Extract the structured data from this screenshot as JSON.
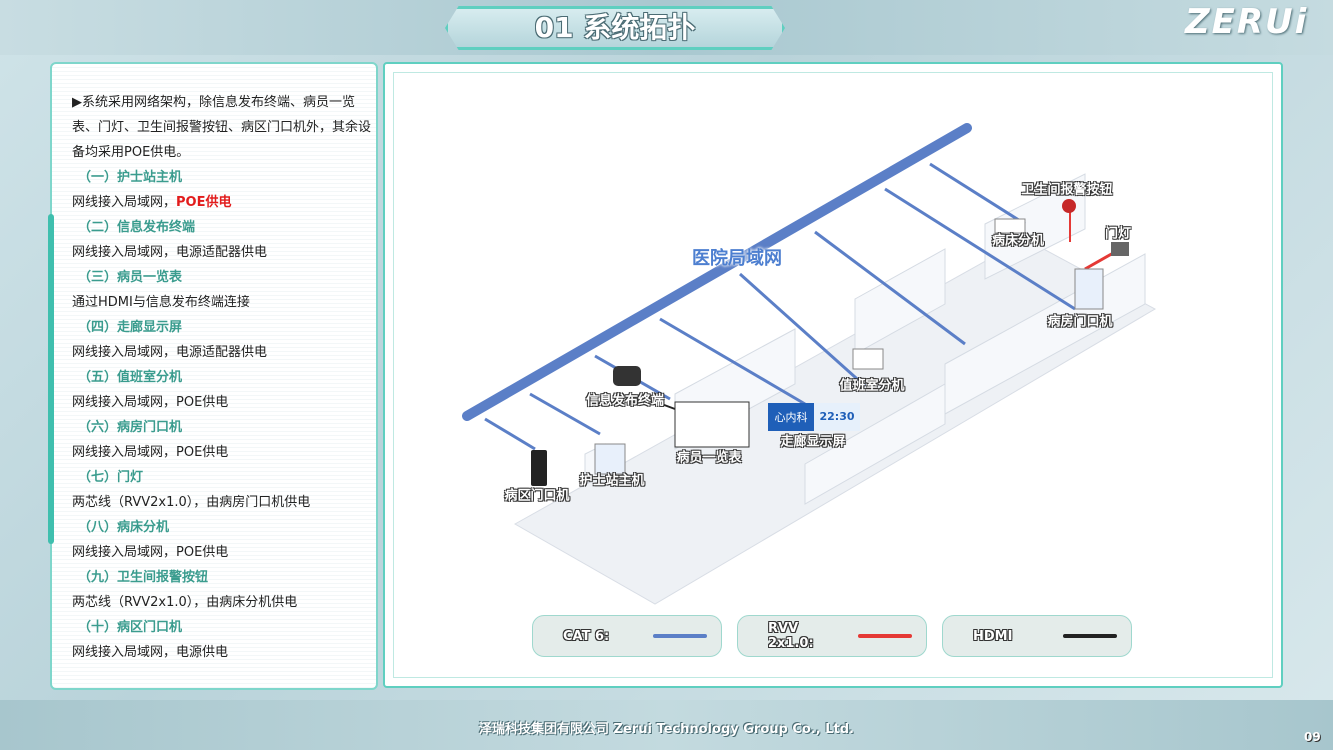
{
  "header": {
    "title": "01 系统拓扑",
    "logo": "ZERUi"
  },
  "left": {
    "intro": "▶系统采用网络架构，除信息发布终端、病员一览表、门灯、卫生间报警按钮、病区门口机外，其余设备均采用POE供电。",
    "items": [
      {
        "h": "（一）护士站主机",
        "d": "网线接入局域网，",
        "d_red": "POE供电"
      },
      {
        "h": "（二）信息发布终端",
        "d": "网线接入局域网，电源适配器供电"
      },
      {
        "h": "（三）病员一览表",
        "d": "通过HDMI与信息发布终端连接"
      },
      {
        "h": "（四）走廊显示屏",
        "d": "网线接入局域网，电源适配器供电"
      },
      {
        "h": "（五）值班室分机",
        "d": "网线接入局域网，POE供电"
      },
      {
        "h": "（六）病房门口机",
        "d": "网线接入局域网，POE供电"
      },
      {
        "h": "（七）门灯",
        "d": "两芯线（RVV2x1.0），由病房门口机供电"
      },
      {
        "h": "（八）病床分机",
        "d": "网线接入局域网，POE供电"
      },
      {
        "h": "（九）卫生间报警按钮",
        "d": "两芯线（RVV2x1.0），由病床分机供电"
      },
      {
        "h": "（十）病区门口机",
        "d": "网线接入局域网，电源供电"
      }
    ]
  },
  "diagram": {
    "lan": "医院局域网",
    "labels": {
      "toilet_alarm": "卫生间报警按钮",
      "bed_ext": "病床分机",
      "door_light": "门灯",
      "ward_door": "病房门口机",
      "duty_ext": "值班室分机",
      "info_terminal": "信息发布终端",
      "corridor_screen": "走廊显示屏",
      "patient_list": "病员一览表",
      "nurse_host": "护士站主机",
      "area_door": "病区门口机"
    },
    "screen": {
      "dept": "心内科",
      "time": "22:30"
    }
  },
  "legend": [
    {
      "label": "CAT 6:",
      "color": "#5b7fc7"
    },
    {
      "label": "RVV 2x1.0:",
      "color": "#e53935"
    },
    {
      "label": "HDMI",
      "color": "#222222"
    }
  ],
  "footer": {
    "text": "泽瑞科技集团有限公司 Zerui Technology Group Co., Ltd.",
    "page": "09"
  }
}
